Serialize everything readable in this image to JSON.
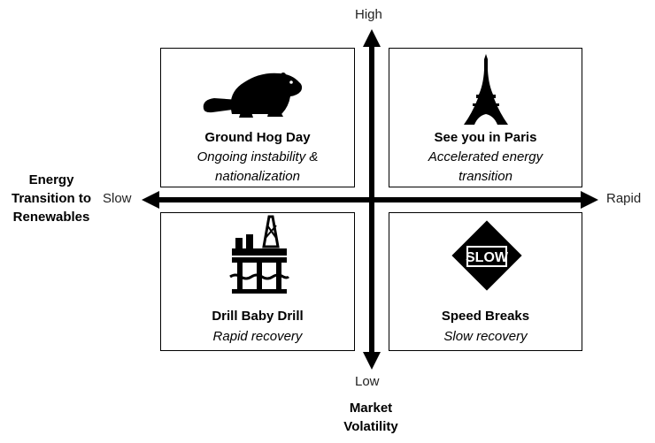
{
  "axes": {
    "vertical_top": "High",
    "vertical_bottom": "Low",
    "horizontal_left": "Slow",
    "horizontal_right": "Rapid",
    "horizontal_title_lines": [
      "Energy",
      "Transition to",
      "Renewables"
    ],
    "vertical_title_lines": [
      "Market",
      "Volatility"
    ]
  },
  "quadrants": [
    {
      "id": "top-left",
      "icon": "beaver-icon",
      "title": "Ground Hog Day",
      "desc_lines": [
        "Ongoing instability &",
        "nationalization"
      ]
    },
    {
      "id": "top-right",
      "icon": "eiffel-tower-icon",
      "title": "See you in Paris",
      "desc_lines": [
        "Accelerated energy",
        "transition"
      ]
    },
    {
      "id": "bottom-left",
      "icon": "oil-rig-icon",
      "title": "Drill Baby Drill",
      "desc_lines": [
        "Rapid recovery"
      ]
    },
    {
      "id": "bottom-right",
      "icon": "slow-sign-icon",
      "title": "Speed Breaks",
      "desc_lines": [
        "Slow recovery"
      ]
    }
  ],
  "colors": {
    "ink": "#000000",
    "background": "#ffffff"
  }
}
